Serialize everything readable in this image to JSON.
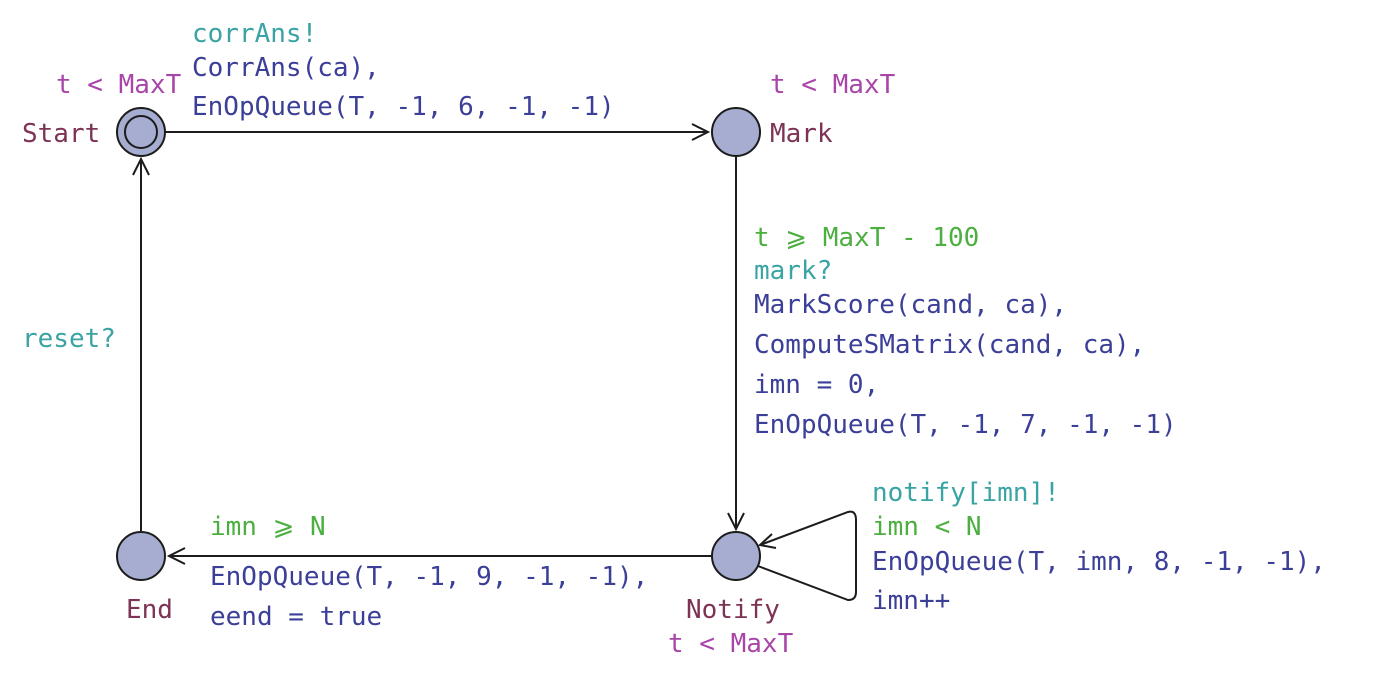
{
  "locations": {
    "start": {
      "name": "Start",
      "invariant": "t < MaxT"
    },
    "mark": {
      "name": "Mark",
      "invariant": "t < MaxT"
    },
    "notify": {
      "name": "Notify",
      "invariant": "t < MaxT"
    },
    "end": {
      "name": "End"
    }
  },
  "edges": {
    "start_to_mark": {
      "sync": "corrAns!",
      "updates": [
        "CorrAns(ca),",
        "EnOpQueue(T, -1, 6, -1, -1)"
      ]
    },
    "mark_to_notify": {
      "guard": "t ⩾ MaxT - 100",
      "sync": "mark?",
      "updates": [
        "MarkScore(cand, ca),",
        "ComputeSMatrix(cand, ca),",
        "imn = 0,",
        "EnOpQueue(T, -1, 7, -1, -1)"
      ]
    },
    "notify_self": {
      "sync": "notify[imn]!",
      "guard": "imn < N",
      "updates": [
        "EnOpQueue(T, imn, 8, -1, -1),",
        "imn++"
      ]
    },
    "notify_to_end": {
      "guard": "imn ⩾ N",
      "updates": [
        "EnOpQueue(T, -1, 9, -1, -1),",
        "eend = true"
      ]
    },
    "end_to_start": {
      "sync": "reset?"
    }
  },
  "colors": {
    "location_name": "#7d3355",
    "invariant": "#a845a8",
    "guard": "#4caf3f",
    "sync": "#3aa3a3",
    "update": "#3c3f98",
    "state_fill": "#a7add0"
  }
}
